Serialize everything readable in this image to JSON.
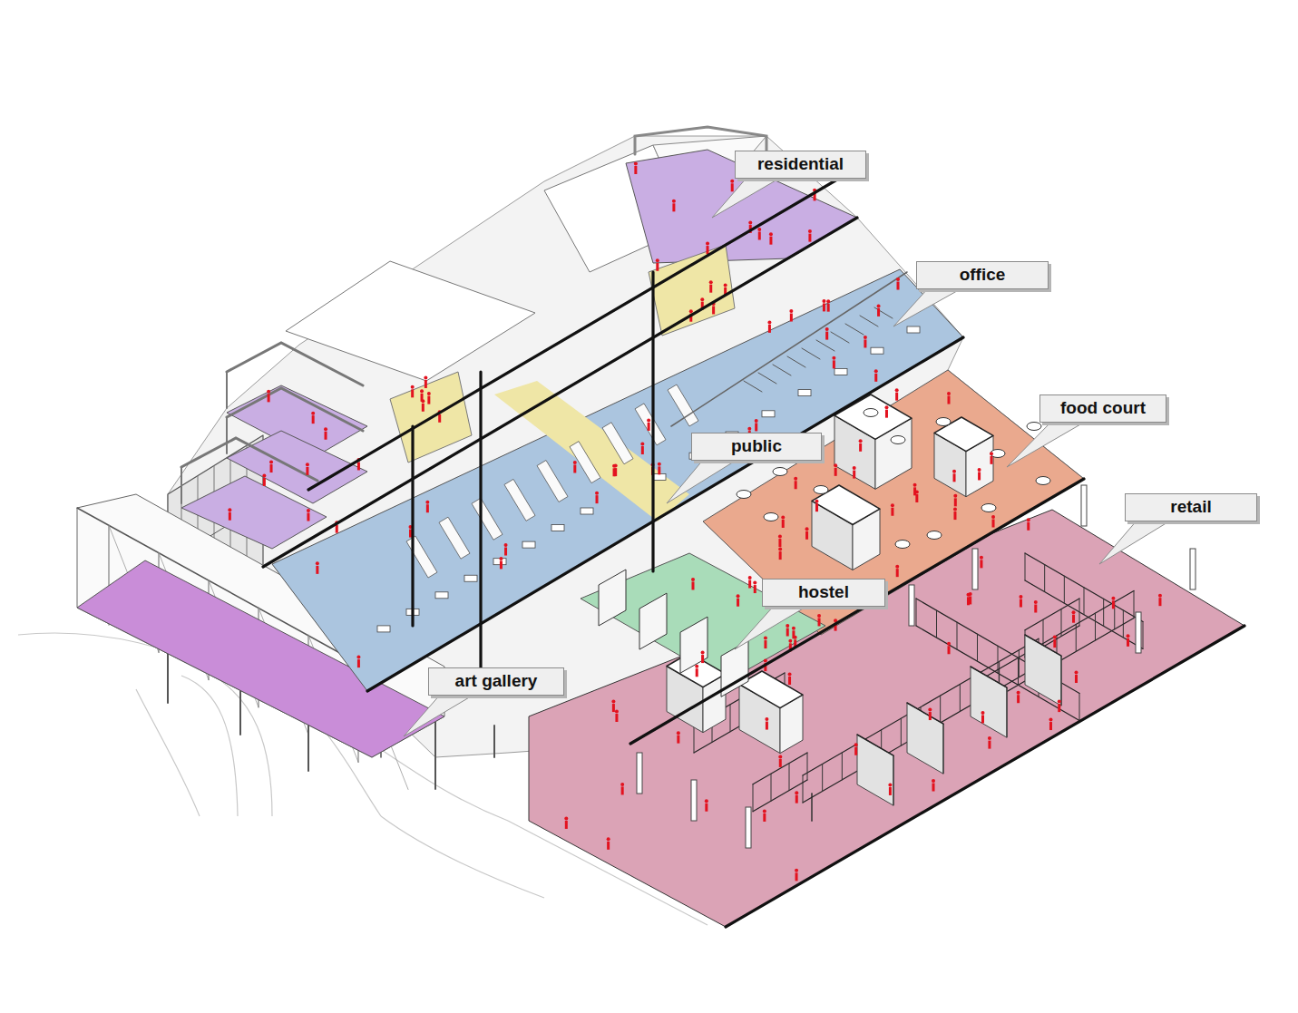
{
  "diagram": {
    "nodes": [
      {
        "text": [
          "residential"
        ]
      },
      {
        "text": [
          "office"
        ]
      },
      {
        "text": [
          "food court"
        ]
      },
      {
        "text": [
          "public"
        ]
      },
      {
        "text": [
          "retail"
        ]
      },
      {
        "text": [
          "hostel"
        ]
      },
      {
        "text": [
          "art gallery"
        ]
      }
    ]
  }
}
